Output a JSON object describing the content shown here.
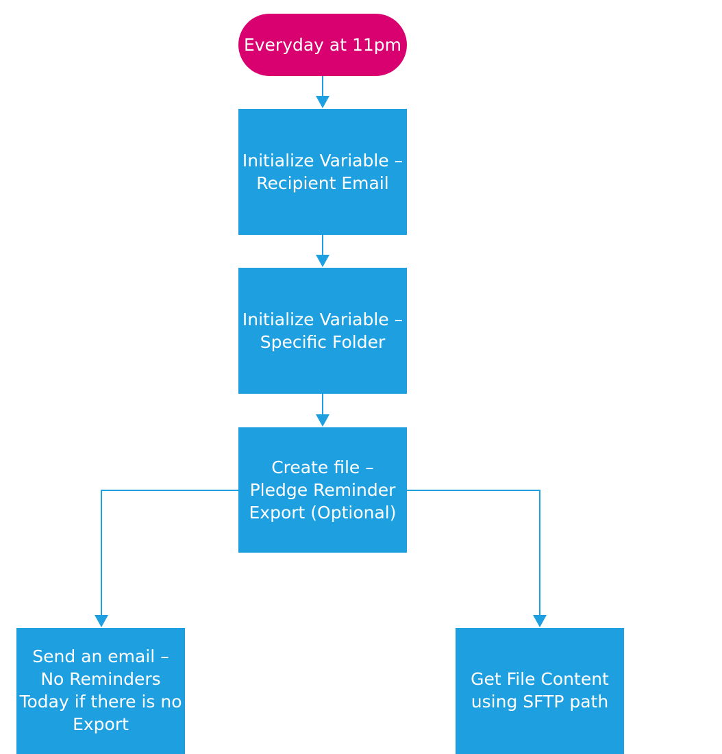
{
  "diagram": {
    "colors": {
      "terminator": "#d9006f",
      "process": "#1ea0e0",
      "connector": "#1ea0e0",
      "text": "#ffffff"
    },
    "nodes": {
      "start": {
        "shape": "terminator",
        "lines": [
          "Everyday at 11pm"
        ]
      },
      "recipient": {
        "shape": "process",
        "lines": [
          "Initialize Variable –",
          "Recipient Email"
        ]
      },
      "folder": {
        "shape": "process",
        "lines": [
          "Initialize Variable –",
          "Specific Folder"
        ]
      },
      "create": {
        "shape": "process",
        "lines": [
          "Create file –",
          "Pledge Reminder",
          "Export (Optional)"
        ]
      },
      "email": {
        "shape": "process",
        "lines": [
          "Send an email –",
          "No Reminders",
          "Today if there is no",
          "Export"
        ]
      },
      "sftp": {
        "shape": "process",
        "lines": [
          "Get File Content",
          "using SFTP path"
        ]
      }
    },
    "edges": [
      {
        "from": "start",
        "to": "recipient"
      },
      {
        "from": "recipient",
        "to": "folder"
      },
      {
        "from": "folder",
        "to": "create"
      },
      {
        "from": "create",
        "to": "email"
      },
      {
        "from": "create",
        "to": "sftp"
      }
    ]
  }
}
